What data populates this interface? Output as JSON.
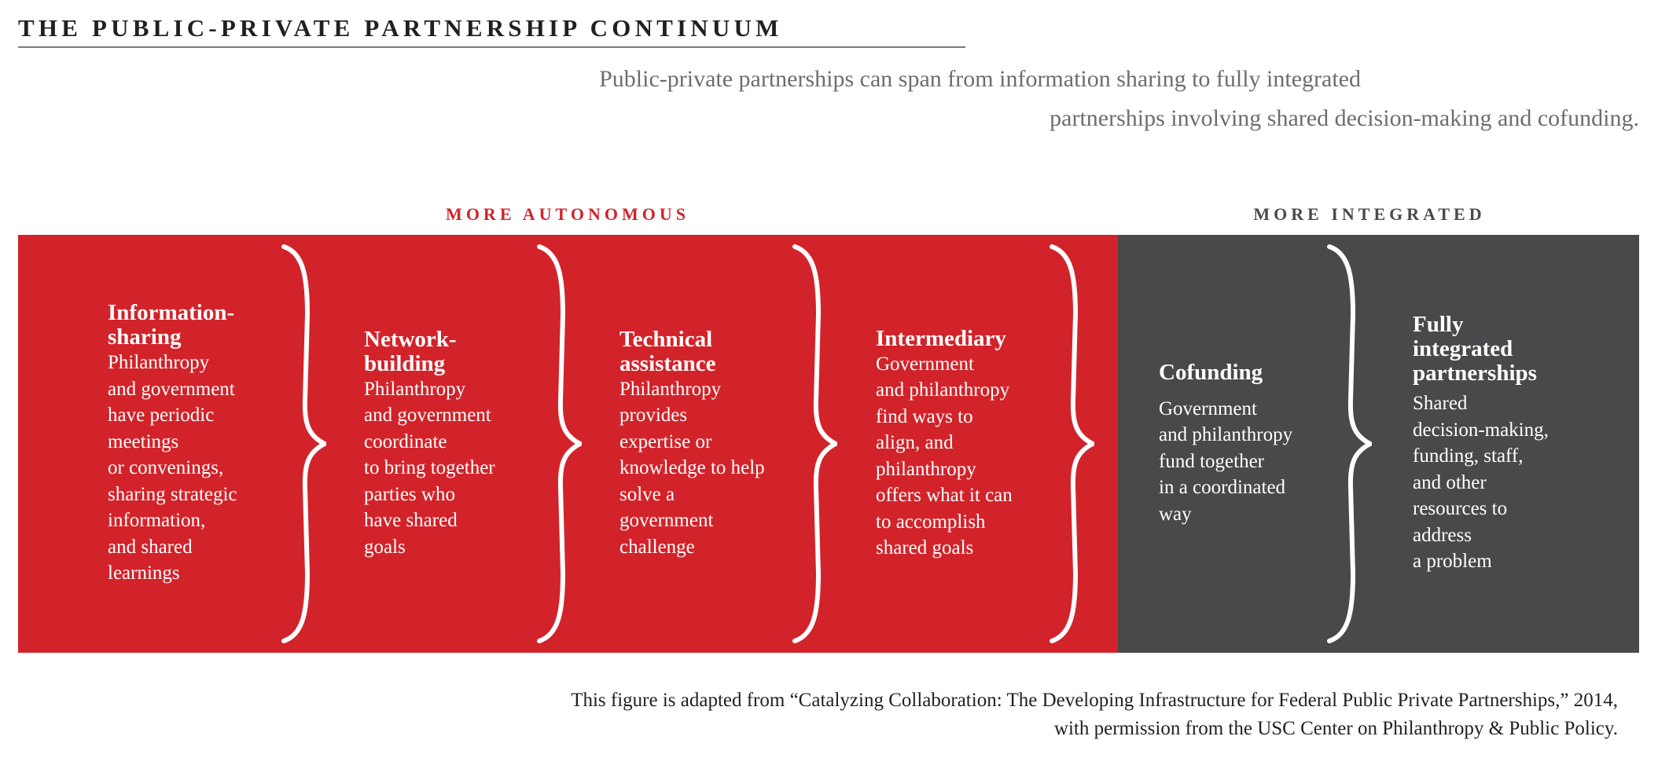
{
  "title": "THE PUBLIC-PRIVATE PARTNERSHIP CONTINUUM",
  "subtitle": {
    "line1": "Public-private partnerships can span from information sharing to fully integrated",
    "line2": "partnerships involving shared decision-making and cofunding."
  },
  "bands": {
    "autonomous": "MORE AUTONOMOUS",
    "integrated": "MORE INTEGRATED"
  },
  "colors": {
    "red": "#d2232a",
    "dark": "#49494b"
  },
  "columns": [
    {
      "heading": "Information-\nsharing",
      "body": "Philanthropy\nand government\nhave periodic\nmeetings\nor convenings,\nsharing strategic\ninformation,\nand shared\nlearnings"
    },
    {
      "heading": "Network-\nbuilding",
      "body": "Philanthropy\nand government\ncoordinate\nto bring together\nparties who\nhave shared\ngoals"
    },
    {
      "heading": "Technical\nassistance",
      "body": "Philanthropy\nprovides\nexpertise or\nknowledge to help\nsolve a\ngovernment\nchallenge"
    },
    {
      "heading": "Intermediary",
      "body": "Government\nand philanthropy\nfind ways to\nalign, and\nphilanthropy\noffers what it can\nto accomplish\nshared goals"
    },
    {
      "heading": "Cofunding",
      "body": "Government\nand philanthropy\nfund together\nin a coordinated\nway"
    },
    {
      "heading": "Fully\nintegrated\npartnerships",
      "body": "Shared\ndecision-making,\nfunding, staff,\nand other\nresources to\naddress\na problem"
    }
  ],
  "footer": {
    "line1": "This figure is adapted from “Catalyzing Collaboration: The Developing Infrastructure for Federal Public Private Partnerships,” 2014,",
    "line2": "with permission from the USC Center on Philanthropy & Public Policy."
  }
}
